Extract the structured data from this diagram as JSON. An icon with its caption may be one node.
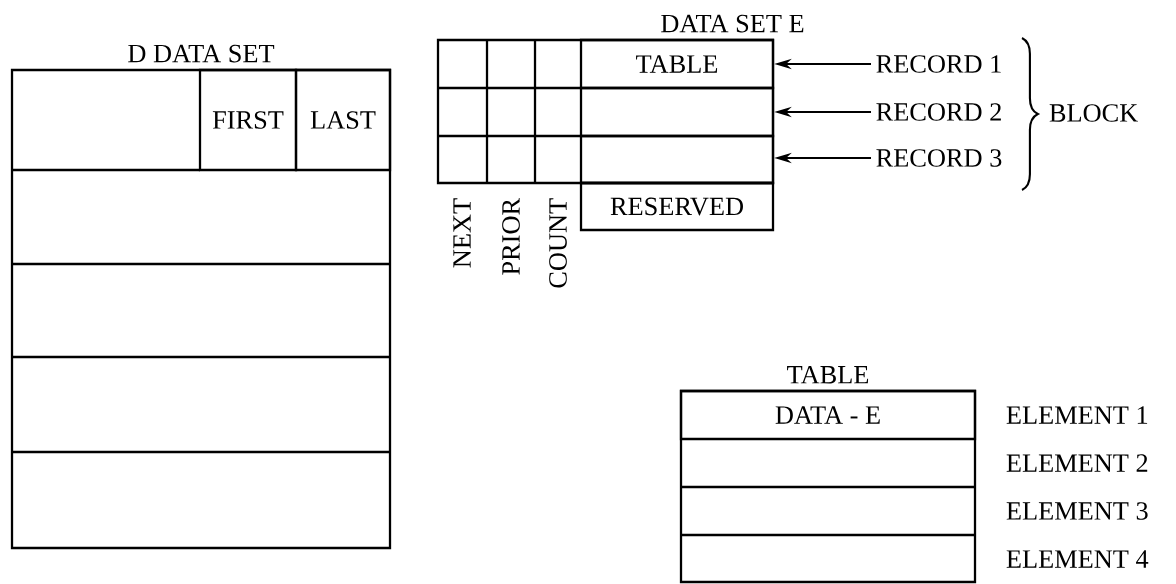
{
  "diagram": {
    "nodes": [
      {
        "text": [
          "D DATA SET"
        ]
      },
      {
        "text": [
          "FIRST"
        ],
        "in": 0
      },
      {
        "text": [
          "LAST"
        ],
        "in": 0
      },
      {
        "text": [
          "DATA SET E"
        ]
      },
      {
        "text": [
          "TABLE"
        ],
        "in": 3
      },
      {
        "text": [],
        "shape": "box",
        "in": 3
      },
      {
        "text": [],
        "shape": "box",
        "in": 3
      },
      {
        "text": [
          "RESERVED"
        ]
      },
      {
        "text": [
          "RECORD 1"
        ]
      },
      {
        "text": [
          "RECORD 2"
        ]
      },
      {
        "text": [
          "RECORD 3"
        ]
      },
      {
        "text": [
          "TABLE"
        ]
      },
      {
        "text": [
          "DATA - E"
        ],
        "in": 11
      }
    ],
    "edges": [
      {
        "from": 8,
        "to": 4,
        "arrow": "to"
      },
      {
        "from": 9,
        "to": 5,
        "arrow": "to"
      },
      {
        "from": 10,
        "to": 6,
        "arrow": "to"
      }
    ],
    "labels": [
      "NEXT",
      "PRIOR",
      "COUNT",
      "BLOCK",
      "ELEMENT 1",
      "ELEMENT 2",
      "ELEMENT 3",
      "ELEMENT 4"
    ]
  }
}
